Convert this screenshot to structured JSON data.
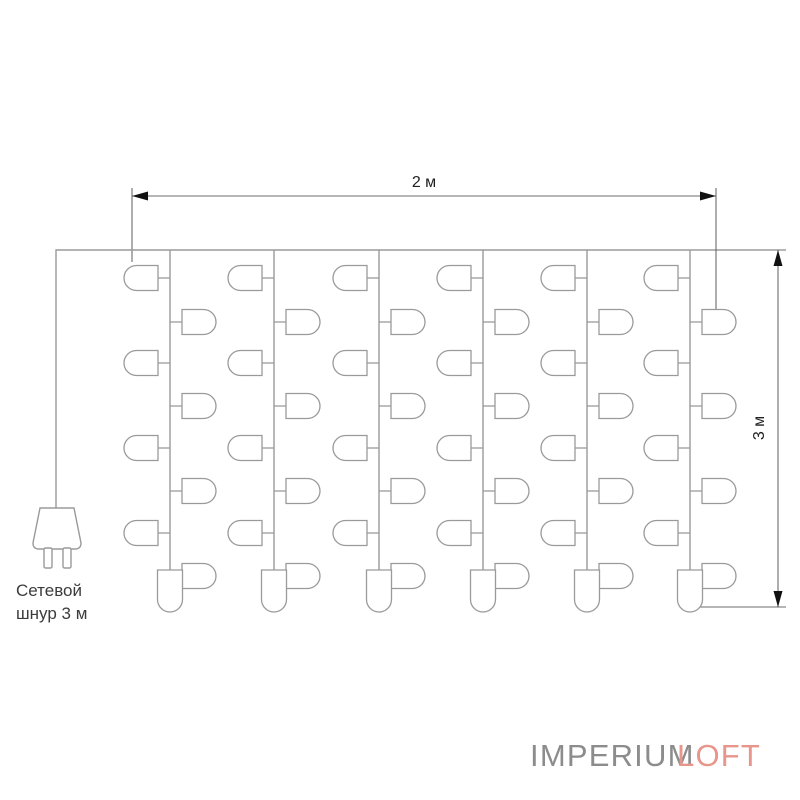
{
  "diagram": {
    "title": "LED curtain light string dimensions",
    "width_label": "2 м",
    "height_label": "3 м",
    "cord_label_line1": "Сетевой",
    "cord_label_line2": "шнур 3 м",
    "strand_count": 6,
    "bulbs_left_per_strand": 4,
    "bulbs_right_per_strand": 4,
    "bottom_bulbs_per_strand": 1,
    "colors": {
      "wire": "#9a9a9a",
      "bulb_stroke": "#9a9a9a",
      "dimension_line": "#6b6b6b",
      "text": "#1f1f1f",
      "cord_text": "#3c3c3c",
      "background": "#ffffff"
    },
    "icons": {
      "plug": "power-plug-icon",
      "bulb": "lamp-bulb-icon",
      "arrow": "dimension-arrow-icon"
    }
  },
  "logo": {
    "part1": "IMPERIUM",
    "part2": "LOFT",
    "part1_color": "#8c8c8c",
    "part2_color": "#e8958c"
  }
}
